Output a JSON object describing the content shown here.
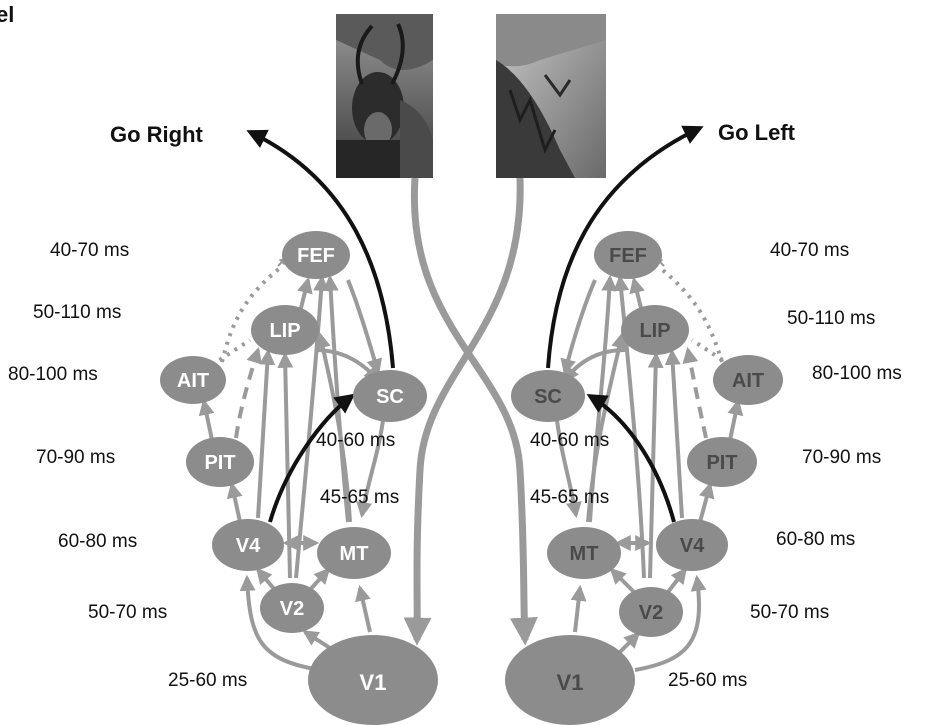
{
  "panel_letter": "el",
  "goals": {
    "right": "Go Right",
    "left": "Go Left"
  },
  "photos": {
    "left_photo": "antelope-photo",
    "right_photo": "river-bank-photo"
  },
  "left": {
    "nodes": {
      "fef": "FEF",
      "lip": "LIP",
      "ait": "AIT",
      "sc": "SC",
      "pit": "PIT",
      "v4": "V4",
      "mt": "MT",
      "v2": "V2",
      "v1": "V1"
    },
    "latencies": [
      "40-70 ms",
      "50-110 ms",
      "80-100 ms",
      "70-90 ms",
      "60-80 ms",
      "50-70 ms",
      "25-60 ms"
    ],
    "inner_latencies": [
      "40-60 ms",
      "45-65 ms"
    ]
  },
  "right": {
    "nodes": {
      "fef": "FEF",
      "lip": "LIP",
      "ait": "AIT",
      "sc": "SC",
      "pit": "PIT",
      "v4": "V4",
      "mt": "MT",
      "v2": "V2",
      "v1": "V1"
    },
    "latencies": [
      "40-70 ms",
      "50-110 ms",
      "80-100 ms",
      "70-90 ms",
      "60-80 ms",
      "50-70 ms",
      "25-60 ms"
    ],
    "inner_latencies": [
      "40-60 ms",
      "45-65 ms"
    ]
  },
  "colors": {
    "node": "#8c8c8c",
    "arrow": "#9a9a9a",
    "output_arrow": "#111111"
  }
}
